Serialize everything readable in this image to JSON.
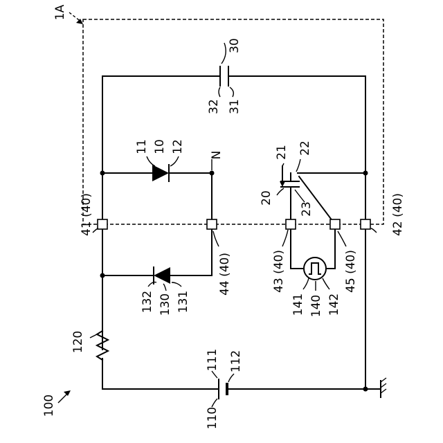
{
  "labels": {
    "module": "1A",
    "capacitor": "30",
    "capacitor_lead_a": "32",
    "capacitor_lead_b": "31",
    "upper_diode_a": "11",
    "upper_diode": "10",
    "upper_diode_b": "12",
    "node": "N",
    "transistor_a": "21",
    "transistor_b": "22",
    "transistor": "20",
    "transistor_c": "23",
    "terminal_41": "41 (40)",
    "terminal_42": "42 (40)",
    "terminal_43": "43 (40)",
    "terminal_44": "44 (40)",
    "terminal_45": "45 (40)",
    "lower_diode_a": "132",
    "lower_diode": "130",
    "lower_diode_b": "131",
    "pulse_a": "141",
    "pulse": "140",
    "pulse_b": "142",
    "resistor": "120",
    "battery_a": "111",
    "battery_b": "112",
    "battery": "110",
    "system": "100"
  },
  "icons": {
    "ground": "ground-icon",
    "pulse_source": "pulse-source-icon",
    "diode": "diode-icon",
    "capacitor": "capacitor-icon",
    "resistor": "resistor-icon",
    "battery": "battery-icon",
    "transistor": "transistor-icon"
  }
}
